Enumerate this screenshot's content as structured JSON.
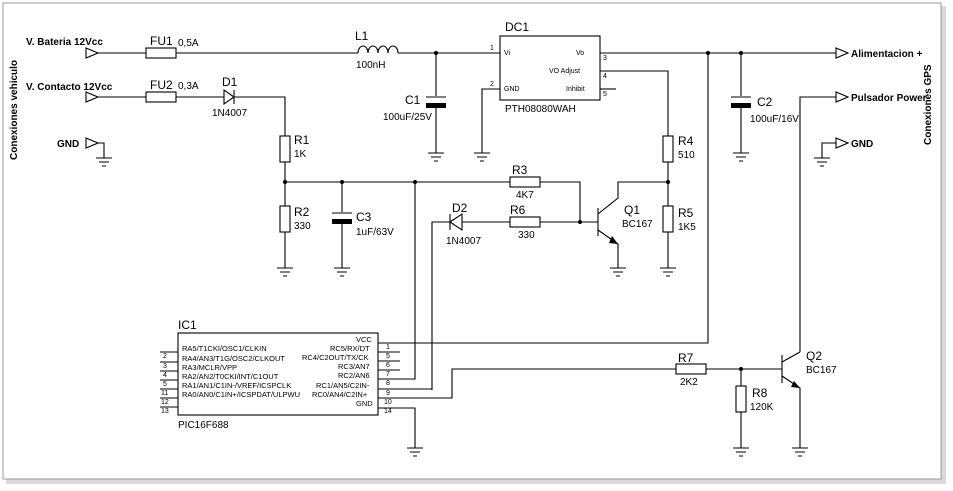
{
  "side_labels": {
    "left": "Conexiones vehiculo",
    "right": "Conexiones GPS"
  },
  "ports": {
    "bateria": "V. Bateria 12Vcc",
    "contacto": "V. Contacto 12Vcc",
    "gnd_left": "GND",
    "alimentacion": "Alimentacion +",
    "pulsador": "Pulsador Power",
    "gnd_right": "GND"
  },
  "components": {
    "fu1": {
      "ref": "FU1",
      "value": "0,5A"
    },
    "fu2": {
      "ref": "FU2",
      "value": "0,3A"
    },
    "d1": {
      "ref": "D1",
      "value": "1N4007"
    },
    "l1": {
      "ref": "L1",
      "value": "100nH"
    },
    "c1": {
      "ref": "C1",
      "value": "100uF/25V"
    },
    "c2": {
      "ref": "C2",
      "value": "100uF/16V"
    },
    "c3": {
      "ref": "C3",
      "value": "1uF/63V"
    },
    "r1": {
      "ref": "R1",
      "value": "1K"
    },
    "r2": {
      "ref": "R2",
      "value": "330"
    },
    "r3": {
      "ref": "R3",
      "value": "4K7"
    },
    "r4": {
      "ref": "R4",
      "value": "510"
    },
    "r5": {
      "ref": "R5",
      "value": "1K5"
    },
    "r6": {
      "ref": "R6",
      "value": "330"
    },
    "r7": {
      "ref": "R7",
      "value": "2K2"
    },
    "r8": {
      "ref": "R8",
      "value": "120K"
    },
    "d2": {
      "ref": "D2",
      "value": "1N4007"
    },
    "q1": {
      "ref": "Q1",
      "value": "BC167"
    },
    "q2": {
      "ref": "Q2",
      "value": "BC167"
    }
  },
  "dc1": {
    "ref": "DC1",
    "part": "PTH08080WAH",
    "pins": [
      {
        "num": "1",
        "name": "Vi"
      },
      {
        "num": "2",
        "name": "GND"
      },
      {
        "num": "3",
        "name": "Vo"
      },
      {
        "num": "4",
        "name": "VO Adjust"
      },
      {
        "num": "5",
        "name": "Inhibit"
      }
    ]
  },
  "ic1": {
    "ref": "IC1",
    "part": "PIC16F688",
    "left_pins": [
      {
        "num": "2",
        "name": "RA5/T1CKI/OSC1/CLKIN"
      },
      {
        "num": "3",
        "name": "RA4/AN3/T1G/OSC2/CLKOUT"
      },
      {
        "num": "4",
        "name": "RA3/MCLR/VPP"
      },
      {
        "num": "5",
        "name": "RA2/AN2/T0CKI/INT/C1OUT"
      },
      {
        "num": "11",
        "name": "RA1/AN1/C1IN-/VREF/ICSPCLK"
      },
      {
        "num": "12",
        "name": "RA0/AN0/C1IN+/ICSPDAT/ULPWU"
      },
      {
        "num": "13",
        "name": ""
      }
    ],
    "right_pins": [
      {
        "num": "1",
        "name": "VCC"
      },
      {
        "num": "5",
        "name": "RC5/RX/DT"
      },
      {
        "num": "6",
        "name": "RC4/C2OUT/TX/CK"
      },
      {
        "num": "7",
        "name": "RC3/AN7"
      },
      {
        "num": "8",
        "name": "RC2/AN6"
      },
      {
        "num": "9",
        "name": "RC1/AN5/C2IN-"
      },
      {
        "num": "10",
        "name": "RC0/AN4/C2IN+"
      },
      {
        "num": "14",
        "name": "GND"
      }
    ]
  }
}
